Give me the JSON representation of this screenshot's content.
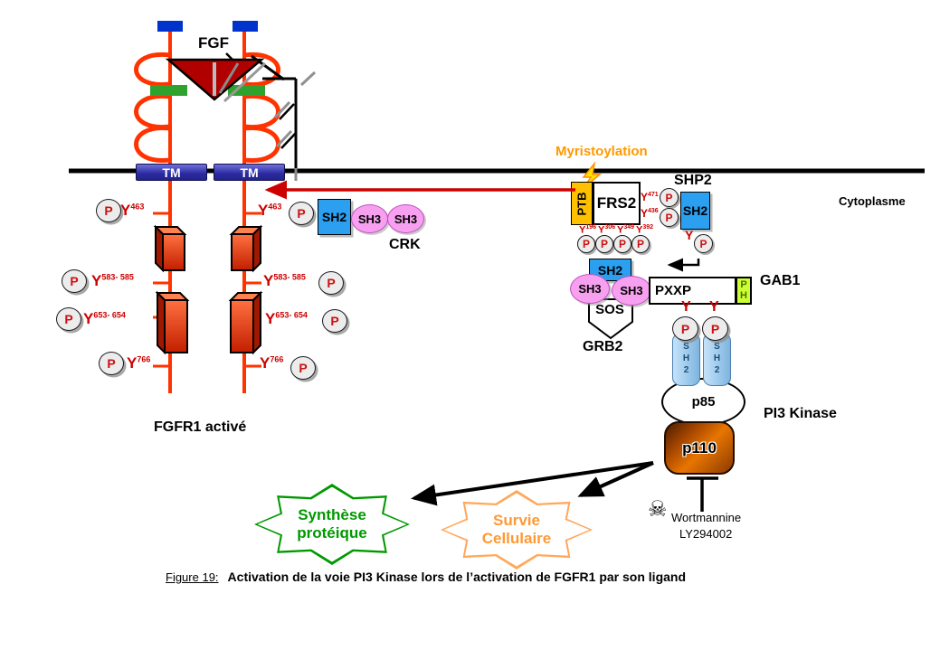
{
  "labels": {
    "p": "P",
    "y": "Y",
    "fgf": "FGF",
    "tm": "TM",
    "cytoplasme": "Cytoplasme",
    "myristoylation": "Myristoylation",
    "fgfr1_active": "FGFR1 activé",
    "crk": "CRK",
    "shp2": "SHP2",
    "sh2": "SH2",
    "sh3": "SH3",
    "ptb": "PTB",
    "frs2": "FRS2",
    "sos": "SOS",
    "grb2": "GRB2",
    "pxxp": "PXXP",
    "gab1": "GAB1",
    "p85": "p85",
    "p110": "p110",
    "pi3_kinase": "PI3 Kinase",
    "skull": "☠",
    "wortmannine": "Wortmannine",
    "ly294002": "LY294002"
  },
  "receptor_sites": [
    "463",
    "583- 585",
    "653- 654",
    "766"
  ],
  "frs2_sites_right": [
    "471",
    "436"
  ],
  "frs2_sites_bottom": [
    "196",
    "306",
    "349",
    "392"
  ],
  "ph_domain": [
    "P",
    "H"
  ],
  "sh2_vertical": [
    "S",
    "H",
    "2"
  ],
  "outcomes": {
    "synthese": [
      "Synthèse",
      "protéique"
    ],
    "survie": [
      "Survie",
      "Cellulaire"
    ]
  },
  "caption": {
    "prefix": "Figure 19:",
    "text": "Activation de la voie PI3 Kinase lors de l’activation de FGFR1 par son ligand"
  },
  "colors": {
    "membrane": "#000000",
    "receptor_orange": "#FF3300",
    "cap_blue": "#0033CC",
    "bar_green": "#2FA12F",
    "triangle_red": "#B00000",
    "tm_blue": "#2A2AA0",
    "sh2_blue": "#2BA0F0",
    "sh3_pink": "#F7A0F0",
    "ptb_yellow": "#FFC000",
    "ph_green": "#CCFF33",
    "myristoylation_orange": "#FF9900",
    "phospho_red": "#CC0000",
    "kinase_domain_red": "#E03000",
    "p110_orange": "#E87500",
    "synthese_green": "#009900",
    "survie_orange": "#FF9933",
    "feedback_arrow_red": "#CC0000"
  }
}
